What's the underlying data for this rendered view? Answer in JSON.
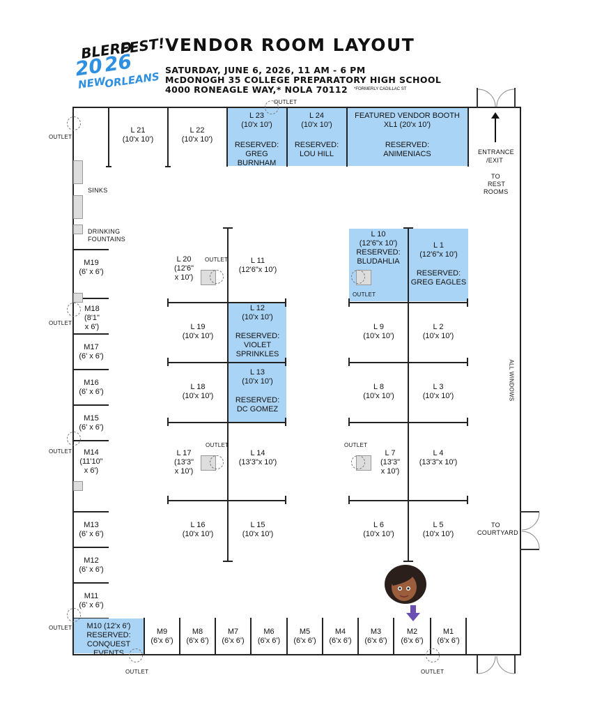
{
  "logo": {
    "line1": "BLERD",
    "line2": "FEST!",
    "year_a": "20",
    "year_b": "26",
    "city_a": "NEW",
    "city_b": "ORLEANS"
  },
  "header": {
    "title": "VENDOR ROOM LAYOUT",
    "line1": "SATURDAY, JUNE 6, 2026, 11 AM - 6 PM",
    "line2": "McDONOGH 35 COLLEGE PREPARATORY HIGH SCHOOL",
    "line3": "4000 RONEAGLE WAY,* NOLA 70112",
    "footnote": "*FORMERLY CADILLAC ST"
  },
  "labels": {
    "outlet": "OUTLET",
    "sinks": "SINKS",
    "drinking": "DRINKING",
    "fountains": "FOUNTAINS",
    "entrance": "ENTRANCE",
    "exit": "/EXIT",
    "to": "TO",
    "rest": "REST",
    "rooms": "ROOMS",
    "courtyard": "COURTYARD",
    "windows": "ALL WINDOWS"
  },
  "booths": {
    "L21": {
      "name": "L 21",
      "size": "(10'x 10')"
    },
    "L22": {
      "name": "L 22",
      "size": "(10'x 10')"
    },
    "L23": {
      "name": "L 23",
      "size": "(10'x 10')",
      "reserved": "RESERVED:",
      "who": "GREG BURNHAM"
    },
    "L24": {
      "name": "L 24",
      "size": "(10'x 10')",
      "reserved": "RESERVED:",
      "who": "LOU HILL"
    },
    "XL1": {
      "name": "FEATURED VENDOR BOOTH",
      "size": "XL1 (20'x 10')",
      "reserved": "RESERVED:",
      "who": "ANIMENIACS"
    },
    "L20": {
      "name": "L 20",
      "size1": "(12'6\"",
      "size2": "x 10')"
    },
    "L11": {
      "name": "L 11",
      "size": "(12'6\"x 10')"
    },
    "L10": {
      "name": "L 10",
      "size": "(12'6\"x 10')",
      "reserved": "RESERVED:",
      "who": "BLUDAHLIA"
    },
    "L1": {
      "name": "L 1",
      "size": "(12'6\"x 10')",
      "reserved": "RESERVED:",
      "who": "GREG EAGLES"
    },
    "L19": {
      "name": "L 19",
      "size": "(10'x 10')"
    },
    "L12": {
      "name": "L 12",
      "size": "(10'x 10')",
      "reserved": "RESERVED:",
      "who1": "VIOLET",
      "who2": "SPRINKLES"
    },
    "L9": {
      "name": "L 9",
      "size": "(10'x 10')"
    },
    "L2": {
      "name": "L 2",
      "size": "(10'x 10')"
    },
    "L18": {
      "name": "L 18",
      "size": "(10'x 10')"
    },
    "L13": {
      "name": "L 13",
      "size": "(10'x 10')",
      "reserved": "RESERVED:",
      "who": "DC GOMEZ"
    },
    "L8": {
      "name": "L 8",
      "size": "(10'x 10')"
    },
    "L3": {
      "name": "L 3",
      "size": "(10'x 10')"
    },
    "L17": {
      "name": "L 17",
      "size1": "(13'3\"",
      "size2": "x 10')"
    },
    "L14": {
      "name": "L 14",
      "size": "(13'3\"x 10')"
    },
    "L7": {
      "name": "L 7",
      "size1": "(13'3\"",
      "size2": "x 10')"
    },
    "L4": {
      "name": "L 4",
      "size": "(13'3\"x 10')"
    },
    "L16": {
      "name": "L 16",
      "size": "(10'x 10')"
    },
    "L15": {
      "name": "L 15",
      "size": "(10'x 10')"
    },
    "L6": {
      "name": "L 6",
      "size": "(10'x 10')"
    },
    "L5": {
      "name": "L 5",
      "size": "(10'x 10')"
    },
    "M19": {
      "name": "M19",
      "size": "(6' x 6')"
    },
    "M18": {
      "name": "M18",
      "size1": "(8'1\"",
      "size2": "x 6')"
    },
    "M17": {
      "name": "M17",
      "size": "(6' x 6')"
    },
    "M16": {
      "name": "M16",
      "size": "(6' x 6')"
    },
    "M15": {
      "name": "M15",
      "size": "(6' x 6')"
    },
    "M14": {
      "name": "M14",
      "size1": "(11'10\"",
      "size2": "x 6')"
    },
    "M13": {
      "name": "M13",
      "size": "(6' x 6')"
    },
    "M12": {
      "name": "M12",
      "size": "(6' x 6')"
    },
    "M11": {
      "name": "M11",
      "size": "(6' x 6')"
    },
    "M10": {
      "name": "M10 (12'x 6')",
      "reserved": "RESERVED:",
      "who": "CONQUEST EVENTS"
    },
    "M9": {
      "name": "M9",
      "size": "(6'x 6')"
    },
    "M8": {
      "name": "M8",
      "size": "(6'x 6')"
    },
    "M7": {
      "name": "M7",
      "size": "(6'x 6')"
    },
    "M6": {
      "name": "M6",
      "size": "(6'x 6')"
    },
    "M5": {
      "name": "M5",
      "size": "(6'x 6')"
    },
    "M4": {
      "name": "M4",
      "size": "(6'x 6')"
    },
    "M3": {
      "name": "M3",
      "size": "(6'x 6')"
    },
    "M2": {
      "name": "M2",
      "size": "(6'x 6')"
    },
    "M1": {
      "name": "M1",
      "size": "(6'x 6')"
    }
  },
  "colors": {
    "reserved": "#aad4f5",
    "arrow": "#6a4fb3",
    "logo_black": "#111111",
    "logo_blue": "#2f8fe0"
  }
}
